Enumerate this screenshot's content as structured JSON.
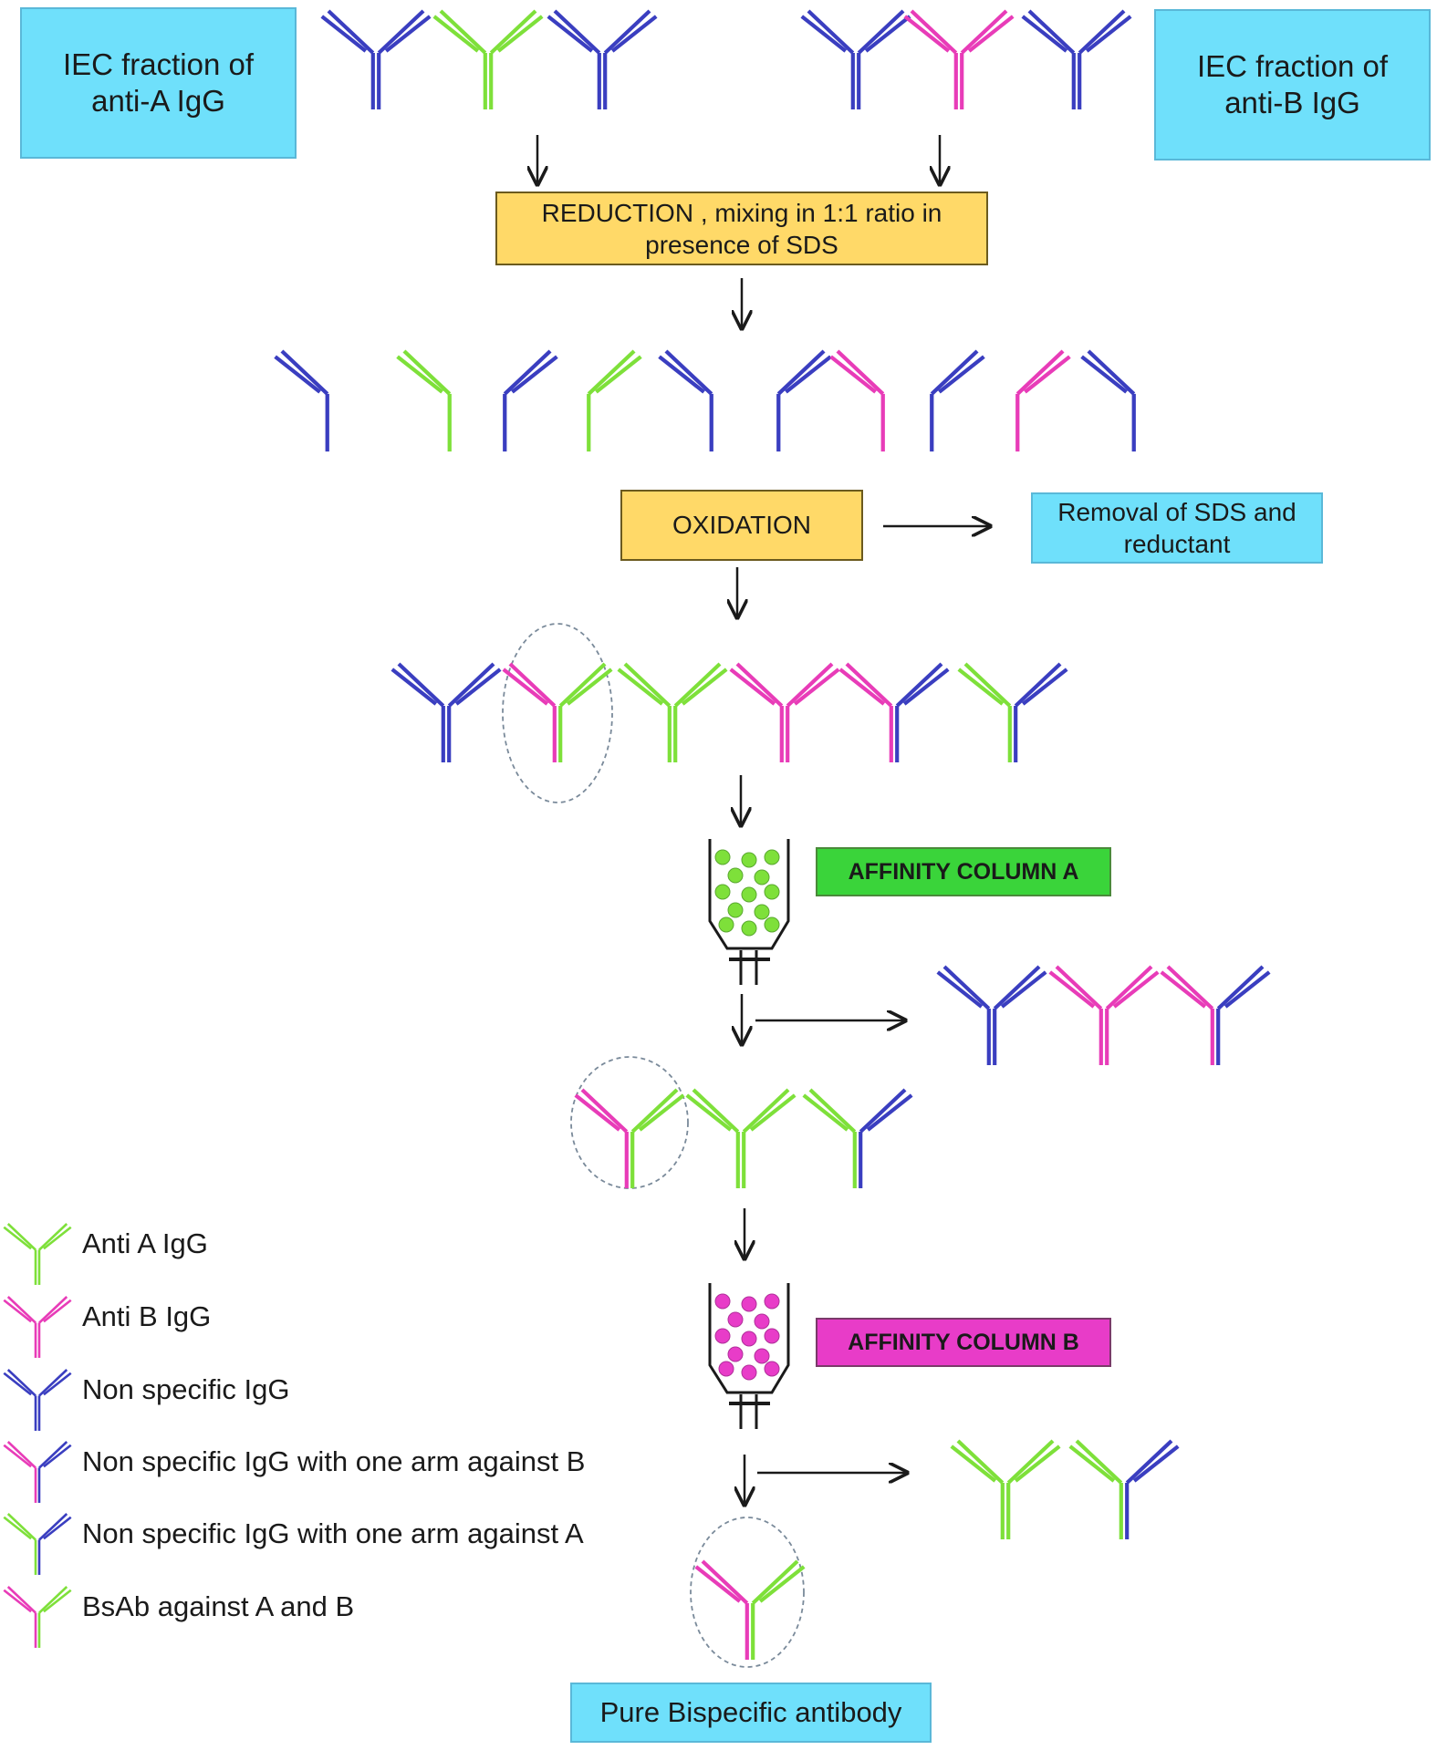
{
  "colors": {
    "anti_a": "#7ee03a",
    "anti_b": "#e83cb8",
    "non_specific": "#3a3ec0",
    "box_cyan": "#6fe0fb",
    "box_yellow": "#ffd968",
    "affinity_a": "#3ad43a",
    "affinity_b": "#e83cc8"
  },
  "boxes": {
    "iec_anti_a": "IEC fraction of\nanti-A IgG",
    "iec_anti_b": "IEC fraction of\nanti-B IgG",
    "reduction": "REDUCTION , mixing in 1:1 ratio in\npresence of SDS",
    "oxidation": "OXIDATION",
    "removal": "Removal of SDS and\nreductant",
    "affinity_a": "AFFINITY COLUMN  A",
    "affinity_b": "AFFINITY COLUMN  B",
    "pure": "Pure Bispecific antibody"
  },
  "legend": [
    {
      "label": "Anti A IgG",
      "left": "anti_a",
      "right": "anti_a"
    },
    {
      "label": "Anti B IgG",
      "left": "anti_b",
      "right": "anti_b"
    },
    {
      "label": "Non specific IgG",
      "left": "non_specific",
      "right": "non_specific"
    },
    {
      "label": "Non specific IgG with one arm against B",
      "left": "anti_b",
      "right": "non_specific"
    },
    {
      "label": "Non specific IgG with one arm against A",
      "left": "anti_a",
      "right": "non_specific"
    },
    {
      "label": "BsAb against A and B",
      "left": "anti_b",
      "right": "anti_a"
    }
  ]
}
